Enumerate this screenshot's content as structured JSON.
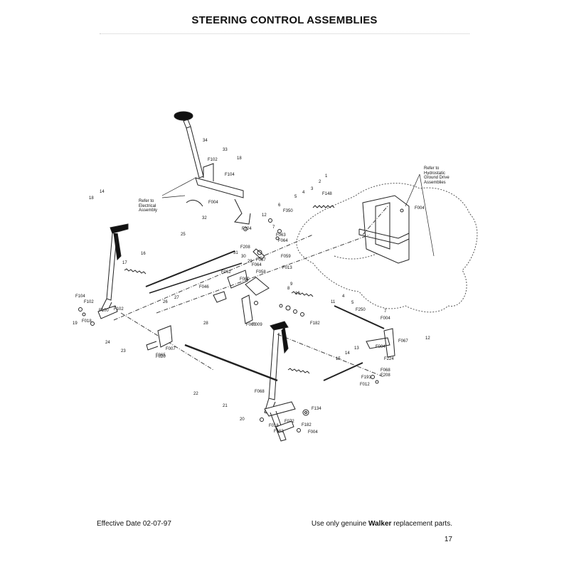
{
  "document": {
    "title": "STEERING CONTROL ASSEMBLIES",
    "effective_date": "Effective Date 02-07-97",
    "footer_note_prefix": "Use only genuine ",
    "footer_note_brand": "Walker",
    "footer_note_suffix": " replacement parts.",
    "page_number": "17"
  },
  "diagram": {
    "callouts": {
      "refer_hydrostatic": "Refer to Hydrostatic Ground Drive Assemblies",
      "refer_electrical": "Refer to Electrical Assembly"
    },
    "part_labels": [
      "34",
      "33",
      "18",
      "F102",
      "F104",
      "F004",
      "32",
      "1",
      "2",
      "F148",
      "3",
      "4",
      "5",
      "F350",
      "6",
      "F004",
      "12",
      "F204",
      "F208",
      "7",
      "F063",
      "F064",
      "F059",
      "F013",
      "F057",
      "F064",
      "31",
      "30",
      "29",
      "F062",
      "F060",
      "F058",
      "F046",
      "9",
      "F063",
      "F182",
      "F250",
      "4",
      "5",
      "F004",
      "7",
      "F067",
      "F224",
      "F068",
      "F191",
      "F012",
      "F208",
      "20",
      "F104",
      "F102",
      "F100",
      "F018",
      "19",
      "24",
      "F020",
      "F007",
      "F065",
      "23",
      "22",
      "F068",
      "F134",
      "F182",
      "F004",
      "F018",
      "F163",
      "F102",
      "F009",
      "F004",
      "F072",
      "21",
      "27",
      "28",
      "25",
      "26",
      "16",
      "17",
      "14",
      "13",
      "11",
      "10",
      "15",
      "8",
      "14",
      "18",
      "12"
    ]
  }
}
